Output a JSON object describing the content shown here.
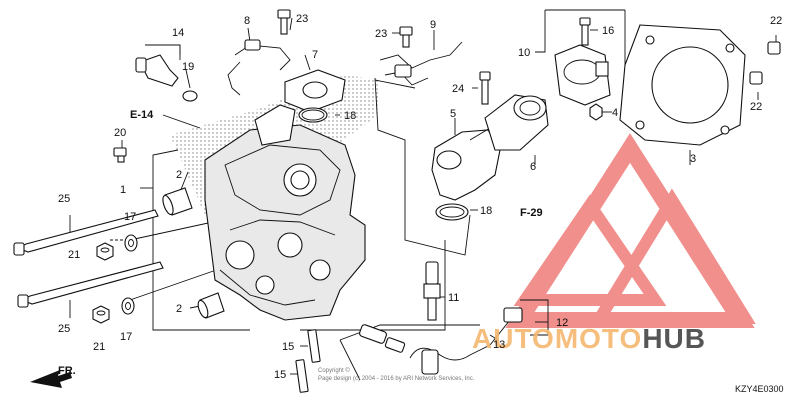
{
  "diagram_code": "KZY4E0300",
  "copyright_lines": [
    "Copyright ©",
    "Page design (c) 2004 - 2016 by ARI Network Services, Inc."
  ],
  "refs": {
    "e14": "E-14",
    "f29": "F-29",
    "fr": "FR."
  },
  "watermark": {
    "brand_part1": "AUTO",
    "brand_part2": "MOTO",
    "brand_part3": "HUB",
    "colors": {
      "logo": "#f08a85",
      "accent": "#f5b870",
      "hub": "#444444"
    }
  },
  "callouts": {
    "c1": "1",
    "c2a": "2",
    "c2b": "2",
    "c3": "3",
    "c4": "4",
    "c5": "5",
    "c6": "6",
    "c7": "7",
    "c8": "8",
    "c9": "9",
    "c10": "10",
    "c11": "11",
    "c12": "12",
    "c13": "13",
    "c14": "14",
    "c15a": "15",
    "c15b": "15",
    "c16": "16",
    "c17a": "17",
    "c17b": "17",
    "c18a": "18",
    "c18b": "18",
    "c19": "19",
    "c20": "20",
    "c21a": "21",
    "c21b": "21",
    "c22a": "22",
    "c22b": "22",
    "c23a": "23",
    "c23b": "23",
    "c24": "24",
    "c25a": "25",
    "c25b": "25"
  }
}
